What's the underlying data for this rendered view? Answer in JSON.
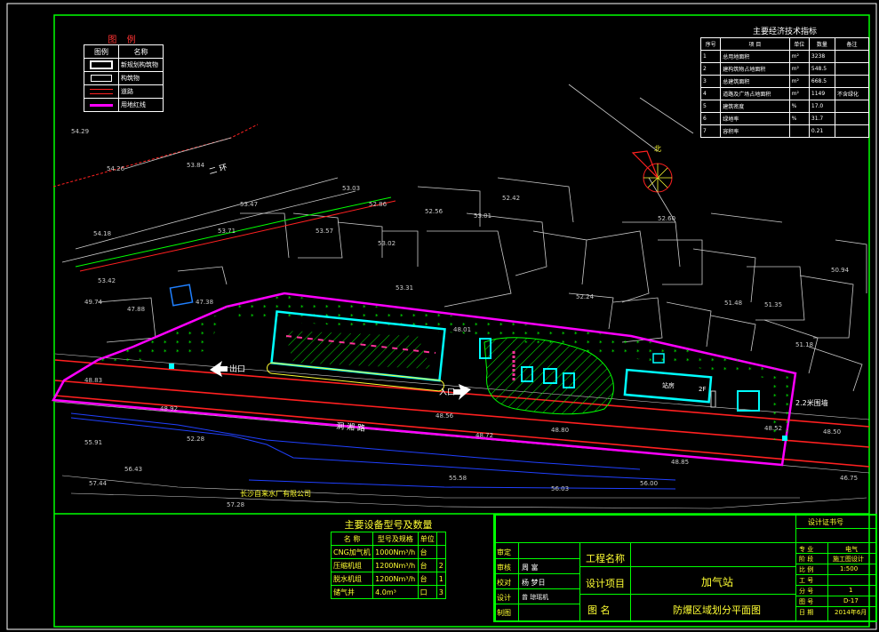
{
  "legend": {
    "title": "图 例",
    "header_symbol": "图例",
    "header_name": "名称",
    "items": [
      {
        "label": "新规划构筑物",
        "symbol": "building-new"
      },
      {
        "label": "构筑物",
        "symbol": "building"
      },
      {
        "label": "道路",
        "symbol": "road"
      },
      {
        "label": "用地红线",
        "symbol": "boundary"
      }
    ]
  },
  "indicators": {
    "title": "主要经济技术指标",
    "headers": [
      "序号",
      "项 目",
      "单位",
      "数量",
      "备注"
    ],
    "rows": [
      [
        "1",
        "总用地面积",
        "m²",
        "3238",
        ""
      ],
      [
        "2",
        "建构筑物占地面积",
        "m²",
        "548.5",
        ""
      ],
      [
        "3",
        "总建筑面积",
        "m²",
        "668.5",
        ""
      ],
      [
        "4",
        "道路及广场占地面积",
        "m²",
        "1149",
        "不含绿化"
      ],
      [
        "5",
        "建筑密度",
        "%",
        "17.0",
        ""
      ],
      [
        "6",
        "绿地率",
        "%",
        "31.7",
        ""
      ],
      [
        "7",
        "容积率",
        "",
        "0.21",
        ""
      ]
    ]
  },
  "equipment": {
    "title": "主要设备型号及数量",
    "headers": [
      "名 称",
      "型号及规格",
      "单位",
      ""
    ],
    "rows": [
      [
        "CNG加气机",
        "1000Nm³/h",
        "台",
        ""
      ],
      [
        "压缩机组",
        "1200Nm³/h",
        "台",
        "2"
      ],
      [
        "脱水机组",
        "1200Nm³/h",
        "台",
        "1"
      ],
      [
        "储气井",
        "4.0m³",
        "口",
        "3"
      ]
    ]
  },
  "title_block": {
    "cert_label": "设计证书号",
    "left_labels": [
      "审定",
      "审核",
      "校对",
      "设计",
      "制图"
    ],
    "signatures": [
      "",
      "周 富",
      "杨 梦日",
      "曾 琼瑶机",
      ""
    ],
    "project_name_label": "工程名称",
    "design_item_label": "设计项目",
    "design_item_value": "加气站",
    "drawing_name_label": "图    名",
    "drawing_name_value": "防爆区域划分平面图",
    "right_labels": [
      "专 业",
      "阶 段",
      "比 例",
      "工 号",
      "分 号",
      "图 号",
      "日 期"
    ],
    "right_values": [
      "电气",
      "施工图设计",
      "1:500",
      "",
      "1",
      "D-17",
      "2014年6月"
    ]
  },
  "map_labels": {
    "road_top": "二 环",
    "road_main": "洞 湘 路",
    "exit": "出口",
    "entrance": "入口",
    "company": "长沙自来水厂有限公司",
    "north": "北",
    "station_building": "站房",
    "pump": "2F",
    "elevation_label_right": "2.2米围墙",
    "elevations": [
      "54.29",
      "54.26",
      "53.84",
      "54.18",
      "53.47",
      "53.03",
      "52.86",
      "52.42",
      "52.56",
      "53.01",
      "52.60",
      "53.71",
      "53.57",
      "53.02",
      "53.42",
      "49.74",
      "47.88",
      "47.38",
      "53.31",
      "48.83",
      "48.92",
      "48.56",
      "48.01",
      "48.72",
      "48.80",
      "48.85",
      "48.52",
      "48.50",
      "55.91",
      "52.28",
      "56.43",
      "57.44",
      "57.28",
      "55.58",
      "56.03",
      "56.00",
      "46.75",
      "51.35",
      "51.48",
      "50.94",
      "51.18",
      "52.24"
    ]
  },
  "colors": {
    "frame": "#00ff00",
    "road_red": "#ff2020",
    "boundary": "#ff00ff",
    "structure": "#00ffff",
    "hatch": "#00ff00",
    "text_yellow": "#ffff33",
    "background": "#000000"
  }
}
